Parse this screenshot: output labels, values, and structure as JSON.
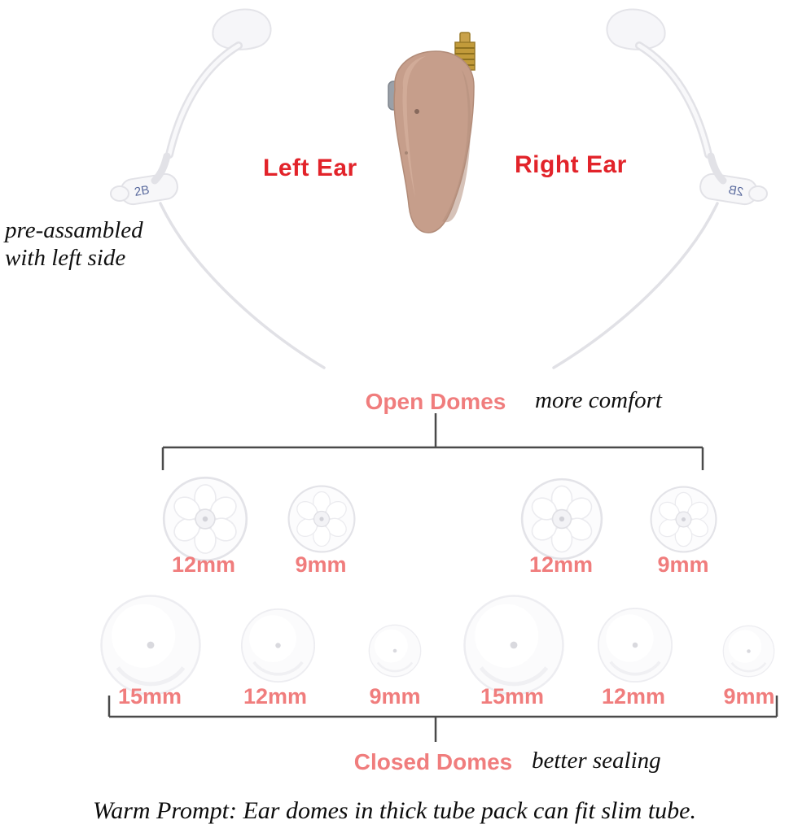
{
  "device": {
    "left_ear_label": "Left Ear",
    "right_ear_label": "Right Ear",
    "tube_tag": "2B",
    "preassembled_line1": "pre-assambled",
    "preassembled_line2": "with left side"
  },
  "open_domes": {
    "title": "Open Domes",
    "note": "more comfort",
    "sizes": [
      "12mm",
      "9mm",
      "12mm",
      "9mm"
    ]
  },
  "closed_domes": {
    "title": "Closed Domes",
    "note": "better sealing",
    "sizes": [
      "15mm",
      "12mm",
      "9mm",
      "15mm",
      "12mm",
      "9mm"
    ]
  },
  "footer": {
    "warm_prompt": "Warm Prompt: Ear domes in thick tube pack can fit slim tube."
  },
  "colors": {
    "ear_label_red": "#e2232a",
    "dome_label_salmon": "#f07d7d",
    "bracket_gray": "#4a4a4a",
    "device_beige": "#c69e8b",
    "screw_gold": "#c29b3a"
  }
}
